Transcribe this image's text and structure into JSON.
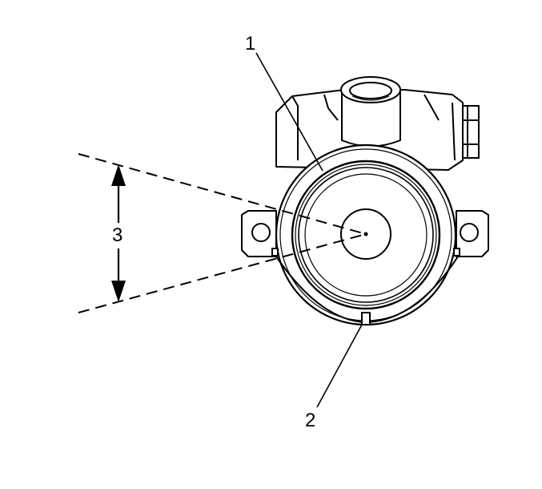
{
  "diagram": {
    "callouts": [
      {
        "id": "1",
        "label": "1"
      },
      {
        "id": "2",
        "label": "2"
      },
      {
        "id": "3",
        "label": "3"
      }
    ],
    "colors": {
      "line": "#000000",
      "background": "#ffffff"
    }
  }
}
